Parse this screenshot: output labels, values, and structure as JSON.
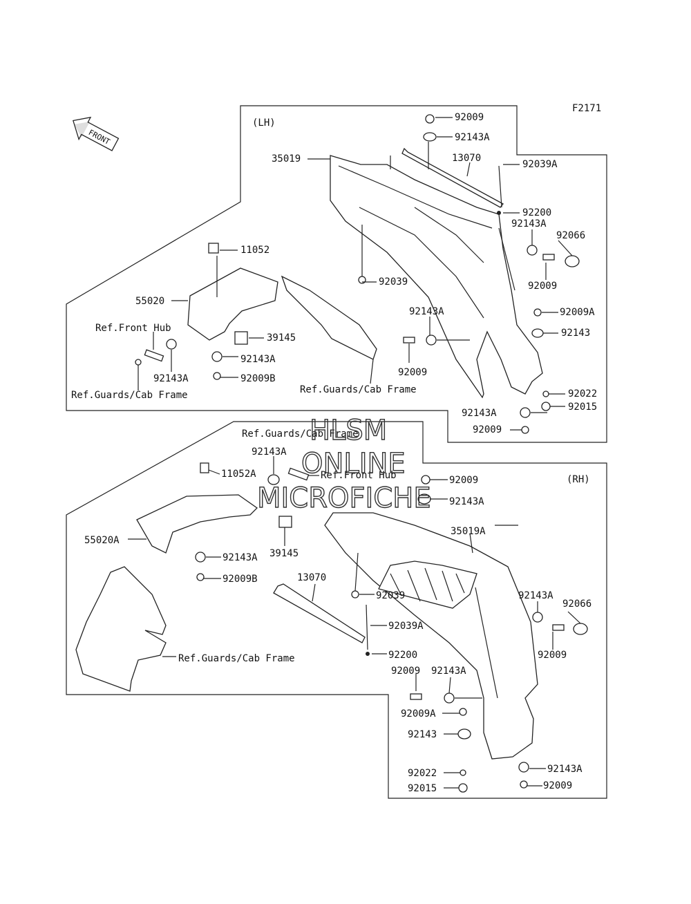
{
  "figure_code": "F2171",
  "sections": {
    "lh": "(LH)",
    "rh": "(RH)"
  },
  "front_arrow": "FRONT",
  "watermark": {
    "line1": "HLSM",
    "line2": "ONLINE",
    "line3": "MICROFICHE"
  },
  "lh_labels": [
    "92009",
    "92143A",
    "13070",
    "92039A",
    "35019",
    "92200",
    "92143A",
    "92066",
    "11052",
    "92039",
    "92009",
    "55020",
    "92143A",
    "92009A",
    "Ref.Front Hub",
    "39145",
    "92143",
    "92143A",
    "92009",
    "92143A",
    "92009B",
    "Ref.Guards/Cab Frame",
    "Ref.Guards/Cab Frame",
    "92022",
    "92015",
    "92143A",
    "92009"
  ],
  "rh_labels": [
    "Ref.Guards/Cab Frame",
    "92143A",
    "11052A",
    "Ref.Front Hub",
    "92009",
    "92143A",
    "35019A",
    "55020A",
    "92143A",
    "39145",
    "92009B",
    "13070",
    "92039",
    "92143A",
    "92066",
    "92039A",
    "92009",
    "92200",
    "Ref.Guards/Cab Frame",
    "92009",
    "92143A",
    "92009A",
    "92143",
    "92022",
    "92143A",
    "92015",
    "92009"
  ]
}
